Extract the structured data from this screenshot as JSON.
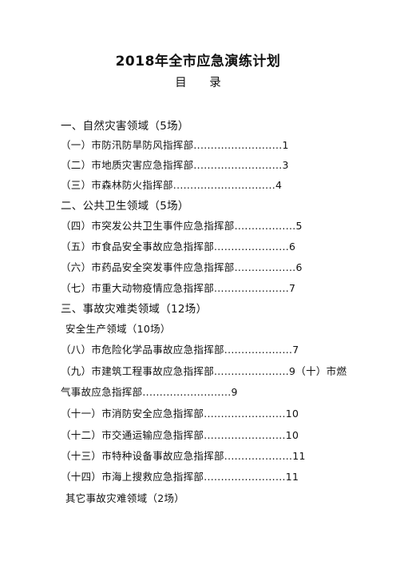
{
  "document": {
    "title": "2018年全市应急演练计划",
    "subtitle": "目 录",
    "toc": [
      {
        "kind": "section",
        "text": "一、自然灾害领域（5场）"
      },
      {
        "kind": "entry",
        "text": "（一）市防汛防旱防风指挥部..........................1"
      },
      {
        "kind": "entry",
        "text": "（二）市地质灾害应急指挥部..........................3"
      },
      {
        "kind": "entry",
        "text": "（三）市森林防火指挥部..............................4"
      },
      {
        "kind": "section",
        "text": "二、公共卫生领域（5场）"
      },
      {
        "kind": "entry",
        "text": "（四）市突发公共卫生事件应急指挥部..................5"
      },
      {
        "kind": "entry",
        "text": "（五）市食品安全事故应急指挥部......................6"
      },
      {
        "kind": "entry",
        "text": "（六）市药品安全突发事件应急指挥部..................6"
      },
      {
        "kind": "entry",
        "text": "（七）市重大动物疫情应急指挥部......................7"
      },
      {
        "kind": "section",
        "text": "三、事故灾难类领域（12场）"
      },
      {
        "kind": "sub",
        "text": "安全生产领域（10场）"
      },
      {
        "kind": "entry",
        "text": "（八）市危险化学品事故应急指挥部....................7"
      },
      {
        "kind": "entry",
        "text": "（九）市建筑工程事故应急指挥部......................9（十）市燃"
      },
      {
        "kind": "entry",
        "text": "气事故应急指挥部..........................9"
      },
      {
        "kind": "entry",
        "text": "（十一）市消防安全应急指挥部........................10"
      },
      {
        "kind": "entry",
        "text": "（十二）市交通运输应急指挥部........................10"
      },
      {
        "kind": "entry",
        "text": "（十三）市特种设备事故应急指挥部....................11"
      },
      {
        "kind": "entry",
        "text": "（十四）市海上搜救应急指挥部........................11"
      },
      {
        "kind": "sub",
        "text": "其它事故灾难领域（2场）"
      }
    ]
  }
}
